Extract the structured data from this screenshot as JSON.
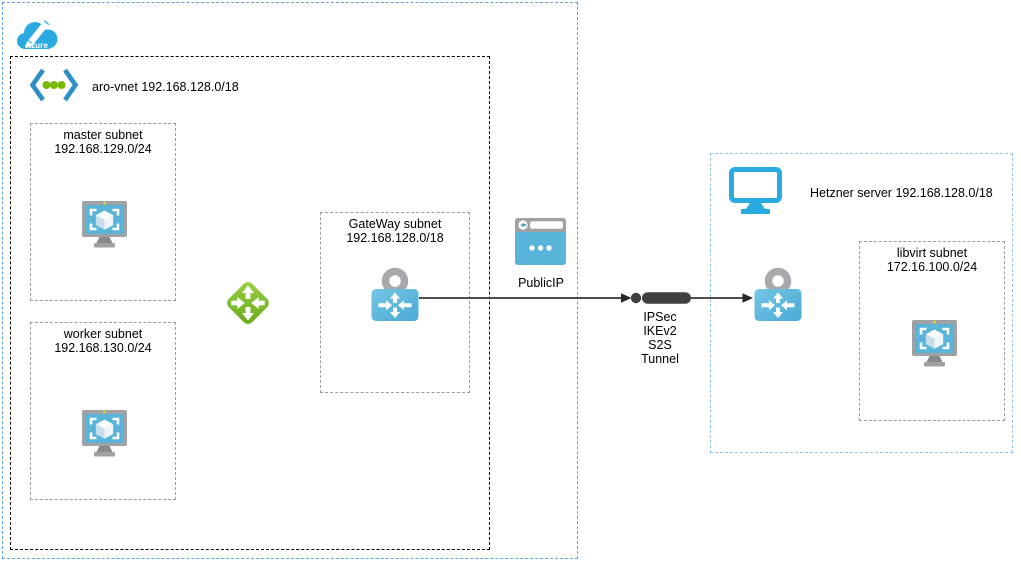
{
  "colors": {
    "azure_blue": "#29abe2",
    "icon_blue": "#59b4d9",
    "icon_gray": "#a0a1a2",
    "vnet_green_dot": "#76b900",
    "router_green_light": "#9ad142",
    "router_green_dark": "#68a81d",
    "outer_border_blue": "#5da2e2",
    "hetzner_border_blue": "#8ec6ee",
    "vnet_border": "#000000",
    "subnet_border_gray": "#9c9c9c",
    "connector_line": "#4d4d4d",
    "tunnel_dark": "#3f4040"
  },
  "azure": {
    "logo_label": "Azure",
    "vnet_label": "aro-vnet 192.168.128.0/18",
    "master_subnet": {
      "name": "master subnet",
      "cidr": "192.168.129.0/24"
    },
    "worker_subnet": {
      "name": "worker subnet",
      "cidr": "192.168.130.0/24"
    },
    "gateway_subnet": {
      "name": "GateWay subnet",
      "cidr": "192.168.128.0/18"
    },
    "public_ip_label": "PublicIP"
  },
  "tunnel": {
    "lines": [
      "IPSec",
      "IKEv2",
      "S2S",
      "Tunnel"
    ]
  },
  "hetzner": {
    "label": "Hetzner server 192.168.128.0/18",
    "libvirt_subnet": {
      "name": "libvirt subnet",
      "cidr": "172.16.100.0/24"
    }
  }
}
